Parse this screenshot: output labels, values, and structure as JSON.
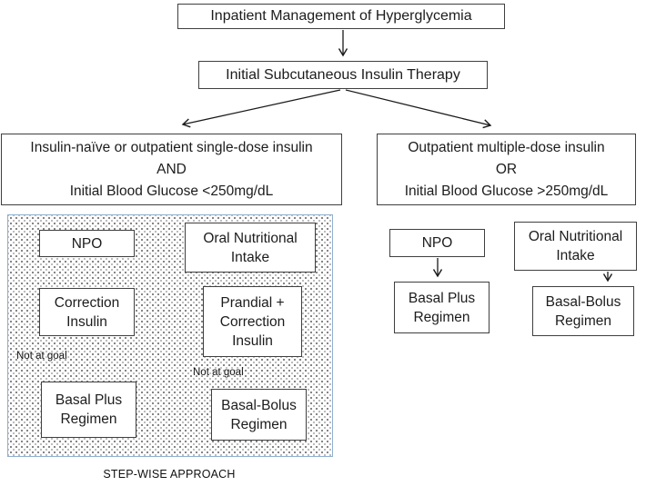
{
  "colors": {
    "box_border": "#3f3f3f",
    "container_border": "#8fafd0",
    "text": "#1c1c1c"
  },
  "flow": {
    "title": "Inpatient Management of Hyperglycemia",
    "therapy": "Initial Subcutaneous Insulin Therapy",
    "left_condition": {
      "line1": "Insulin-naïve or outpatient single-dose insulin",
      "line2": "AND",
      "line3": "Initial Blood Glucose <250mg/dL"
    },
    "right_condition": {
      "line1": "Outpatient multiple-dose insulin",
      "line2": "OR",
      "line3": "Initial Blood Glucose >250mg/dL"
    },
    "stepwise": {
      "npo": "NPO",
      "oral_intake": "Oral Nutritional Intake",
      "correction": "Correction Insulin",
      "prandial_correction": "Prandial + Correction Insulin",
      "not_at_goal_npo": "Not at goal",
      "not_at_goal_oral": "Not at goal",
      "basal_plus": "Basal Plus Regimen",
      "basal_bolus": "Basal-Bolus Regimen",
      "caption": "STEP-WISE APPROACH"
    },
    "direct": {
      "npo": "NPO",
      "oral_intake": "Oral Nutritional Intake",
      "basal_plus": "Basal Plus Regimen",
      "basal_bolus": "Basal-Bolus Regimen"
    }
  }
}
